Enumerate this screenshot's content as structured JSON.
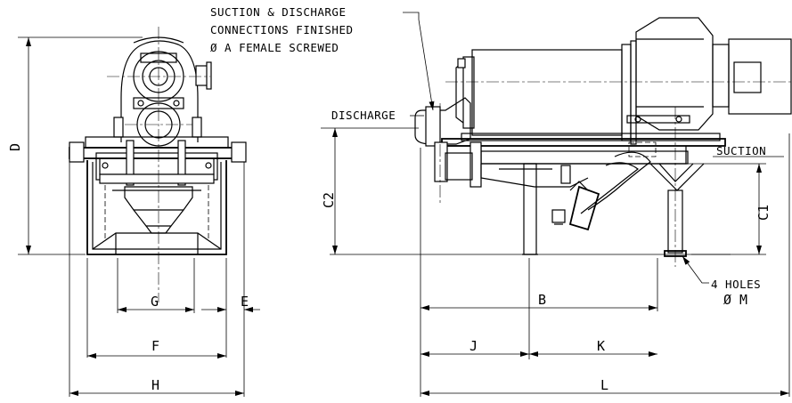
{
  "callout": {
    "line1": "SUCTION & DISCHARGE",
    "line2": "CONNECTIONS FINISHED",
    "line3": "Ø A FEMALE SCREWED"
  },
  "labels": {
    "discharge": "DISCHARGE",
    "suction": "SUCTION",
    "holes_line1": "4 HOLES",
    "holes_line2": "Ø M"
  },
  "dimensions": {
    "D": "D",
    "G": "G",
    "E": "E",
    "F": "F",
    "H": "H",
    "C2": "C2",
    "C1": "C1",
    "B": "B",
    "J": "J",
    "K": "K",
    "L": "L"
  }
}
